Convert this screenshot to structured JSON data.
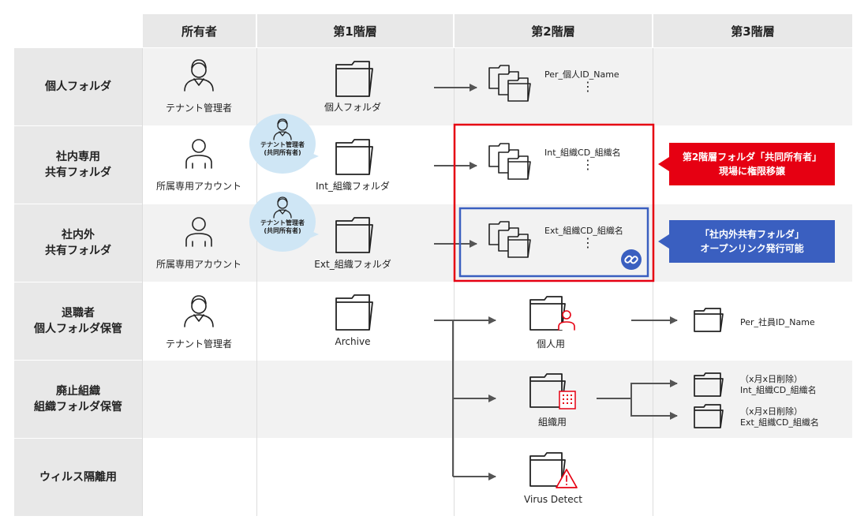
{
  "headers": {
    "owner": "所有者",
    "level1": "第1階層",
    "level2": "第2階層",
    "level3": "第3階層"
  },
  "rows": {
    "personal": {
      "label": "個人フォルダ",
      "owner": "テナント管理者",
      "level1": "個人フォルダ",
      "level2": "Per_個人ID_Name"
    },
    "internal": {
      "label": "社内専用\n共有フォルダ",
      "owner": "所属専用アカウント",
      "bubble": "テナント管理者\n(共同所有者)",
      "level1": "Int_組織フォルダ",
      "level2": "Int_組織CD_組織名"
    },
    "external": {
      "label": "社内外\n共有フォルダ",
      "owner": "所属専用アカウント",
      "bubble": "テナント管理者\n(共同所有者)",
      "level1": "Ext_組織フォルダ",
      "level2": "Ext_組織CD_組織名"
    },
    "retired": {
      "label": "退職者\n個人フォルダ保管",
      "owner": "テナント管理者",
      "level1": "Archive",
      "level2": "個人用",
      "level3": "Per_社員ID_Name"
    },
    "abolished": {
      "label": "廃止組織\n組織フォルダ保管",
      "level2": "組織用",
      "level3a": "（x月x日削除）\nInt_組織CD_組織名",
      "level3b": "（x月x日削除）\nExt_組織CD_組織名"
    },
    "virus": {
      "label": "ウィルス隔離用",
      "level2": "Virus Detect"
    }
  },
  "callouts": {
    "red": "第2階層フォルダ「共同所有者」\n現場に権限移譲",
    "blue": "「社内外共有フォルダ」\nオープンリンク発行可能"
  },
  "ellipsis": "⋮",
  "colors": {
    "red": "#e60012",
    "blue": "#3a5fc0",
    "bubble": "#cfe6f5",
    "header": "#e8e8e8",
    "row": "#f2f2f2"
  },
  "icons": [
    "person-icon",
    "folder-icon",
    "folder-stack-icon",
    "arrow-icon",
    "link-icon",
    "warning-icon",
    "building-icon"
  ]
}
